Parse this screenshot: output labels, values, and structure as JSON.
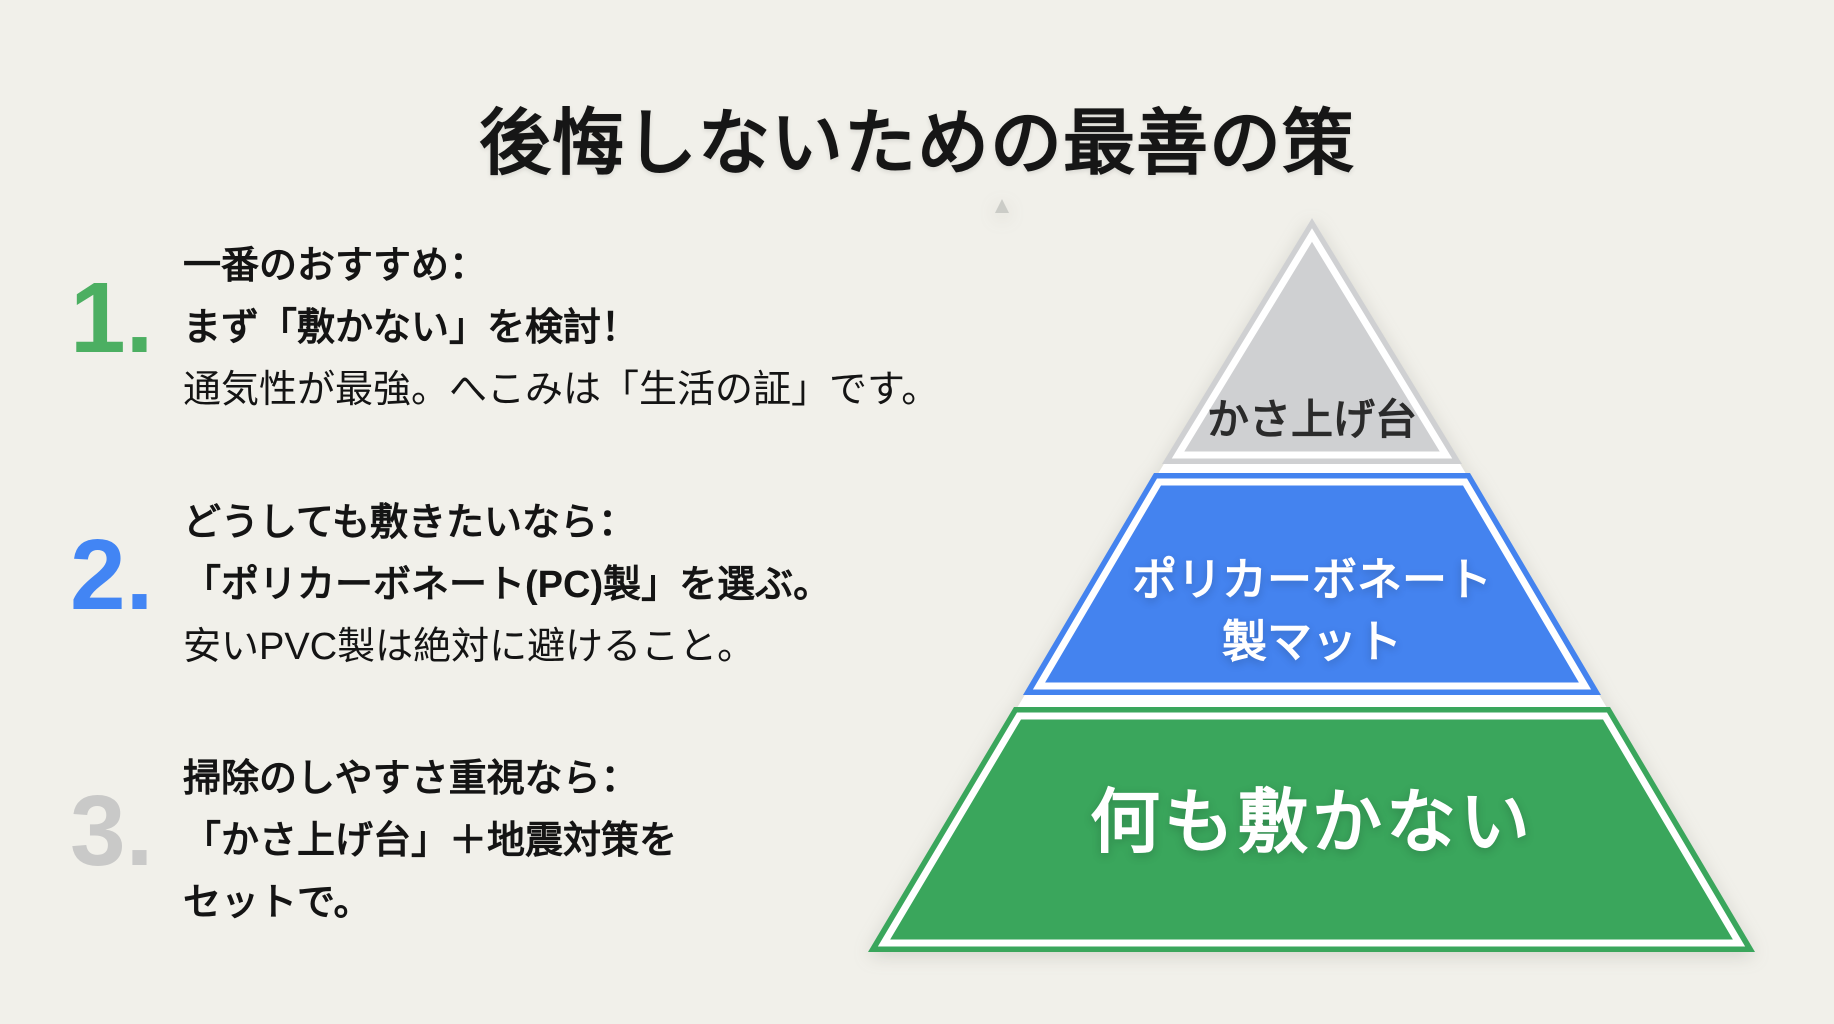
{
  "title": "後悔しないための最善の策",
  "colors": {
    "background": "#f1f0ea",
    "title_text": "#161616",
    "body_text": "#141414",
    "outline_white": "#ffffff",
    "decor_triangle": "#cbccc7"
  },
  "items": [
    {
      "number": "1.",
      "number_color": "#4caf62",
      "lines": [
        "一番のおすすめ：",
        "まず「敷かない」を検討！",
        "通気性が最強。へこみは「生活の証」です。"
      ]
    },
    {
      "number": "2.",
      "number_color": "#4285f4",
      "lines": [
        "どうしても敷きたいなら：",
        "「ポリカーボネート(PC)製」を選ぶ。",
        "安いPVC製は絶対に避けること。"
      ]
    },
    {
      "number": "3.",
      "number_color": "#c9c9c8",
      "lines": [
        "掃除のしやすさ重視なら：",
        "「かさ上げ台」＋地震対策を",
        "セットで。"
      ]
    }
  ],
  "pyramid": {
    "levels": [
      {
        "label": "かさ上げ台",
        "color": "#cfd0d2",
        "text_color": "#2b2b2b"
      },
      {
        "label_line1": "ポリカーボネート",
        "label_line2": "製マット",
        "color": "#4483ef",
        "text_color": "#ffffff"
      },
      {
        "label": "何も敷かない",
        "color": "#3aa65c",
        "text_color": "#ffffff"
      }
    ],
    "outline_color": "#ffffff"
  }
}
